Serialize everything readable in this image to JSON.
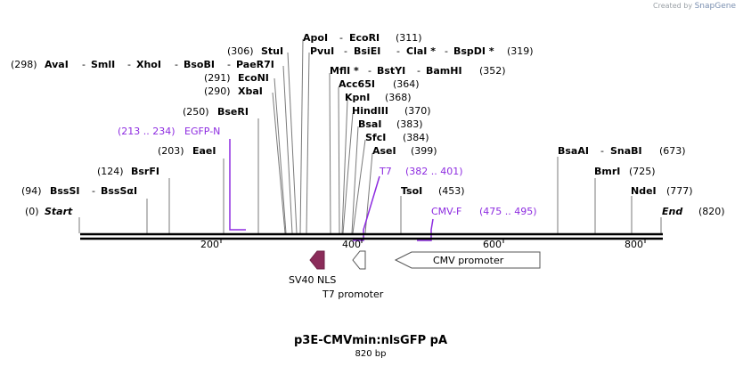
{
  "brand": {
    "created_by": "Created by",
    "name": "SnapGene"
  },
  "title": "p3E-CMVmin:nlsGFP pA",
  "length_label": "820 bp",
  "ruler": {
    "ticks": [
      "200",
      "400",
      "600",
      "800"
    ]
  },
  "ends": {
    "start_pos": "(0)",
    "start": "Start",
    "end": "End",
    "end_pos": "(820)"
  },
  "sites": {
    "r1_pos": "(298)",
    "avai": "AvaI",
    "smli": "SmlI",
    "xhoi": "XhoI",
    "bsobi": "BsoBI",
    "paer7i": "PaeR7I",
    "econi_pos": "(291)",
    "econi": "EcoNI",
    "xbai_pos": "(290)",
    "xbai": "XbaI",
    "stui_pos": "(306)",
    "stui": "StuI",
    "apoi": "ApoI",
    "ecori": "EcoRI",
    "apoi_pos": "(311)",
    "pvui": "PvuI",
    "bsiei": "BsiEI",
    "clai": "ClaI *",
    "bspdi": "BspDI *",
    "pvui_pos": "(319)",
    "mfli": "MflI *",
    "bstyi": "BstYI",
    "bamhi": "BamHI",
    "mfli_pos": "(352)",
    "acc65i": "Acc65I",
    "acc65i_pos": "(364)",
    "kpni": "KpnI",
    "kpni_pos": "(368)",
    "hindiii": "HindIII",
    "hindiii_pos": "(370)",
    "bsai": "BsaI",
    "bsai_pos": "(383)",
    "sfci": "SfcI",
    "sfci_pos": "(384)",
    "asei": "AseI",
    "asei_pos": "(399)",
    "tsoi": "TsoI",
    "tsoi_pos": "(453)",
    "bseri_pos": "(250)",
    "bseri": "BseRI",
    "eaei_pos": "(203)",
    "eaei": "EaeI",
    "bsrfi_pos": "(124)",
    "bsrfi": "BsrFI",
    "bsssi_pos": "(94)",
    "bsssi": "BssSI",
    "bsssai": "BssSαI",
    "bsaai": "BsaAI",
    "snabi": "SnaBI",
    "bsaai_pos": "(673)",
    "bmri": "BmrI",
    "bmri_pos": "(725)",
    "ndei": "NdeI",
    "ndei_pos": "(777)"
  },
  "primers": {
    "egfp_range": "(213 .. 234)",
    "egfp": "EGFP-N",
    "t7": "T7",
    "t7_range": "(382 .. 401)",
    "cmvf": "CMV-F",
    "cmvf_range": "(475 .. 495)"
  },
  "features": {
    "sv40": "SV40 NLS",
    "t7prom": "T7 promoter",
    "cmv": "CMV promoter"
  },
  "colors": {
    "primer": "#8d2be0",
    "sv40": "#8b2c5a",
    "backbone": "#000000",
    "line": "#777777"
  }
}
